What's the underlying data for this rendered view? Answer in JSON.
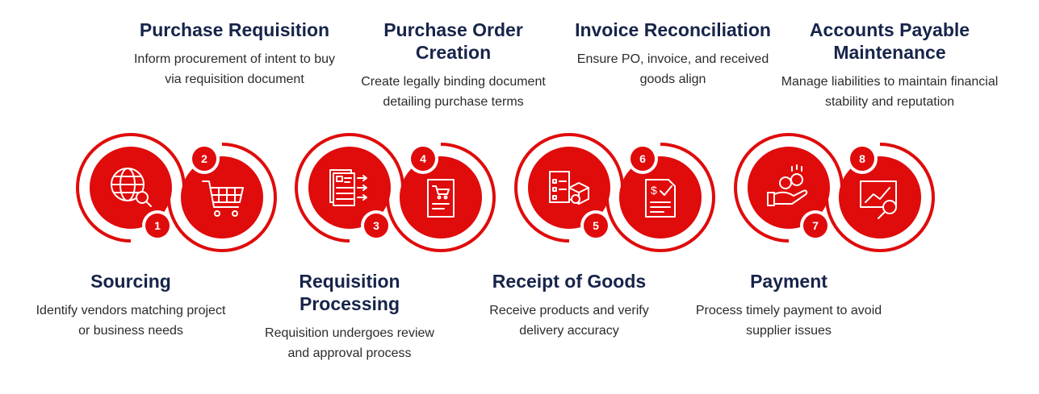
{
  "colors": {
    "accent": "#e00b0b",
    "heading": "#17244a",
    "text": "#2b2b2b"
  },
  "steps": [
    {
      "number": "1",
      "title": "Sourcing",
      "description": "Identify vendors matching project or business needs",
      "icon": "globe-search-icon"
    },
    {
      "number": "2",
      "title": "Purchase Requisition",
      "description": "Inform procurement of intent to buy via requisition document",
      "icon": "shopping-cart-icon"
    },
    {
      "number": "3",
      "title": "Requisition Processing",
      "description": "Requisition undergoes review and approval process",
      "icon": "documents-arrows-icon"
    },
    {
      "number": "4",
      "title": "Purchase Order Creation",
      "description": "Create legally binding document detailing purchase terms",
      "icon": "order-document-icon"
    },
    {
      "number": "5",
      "title": "Receipt of Goods",
      "description": "Receive products and verify delivery accuracy",
      "icon": "checklist-box-icon"
    },
    {
      "number": "6",
      "title": "Invoice Reconciliation",
      "description": "Ensure PO, invoice, and received goods align",
      "icon": "invoice-check-icon"
    },
    {
      "number": "7",
      "title": "Payment",
      "description": "Process timely payment to avoid supplier issues",
      "icon": "hand-coins-icon"
    },
    {
      "number": "8",
      "title": "Accounts Payable Maintenance",
      "description": "Manage liabilities to maintain financial stability and reputation",
      "icon": "chart-search-icon"
    }
  ]
}
